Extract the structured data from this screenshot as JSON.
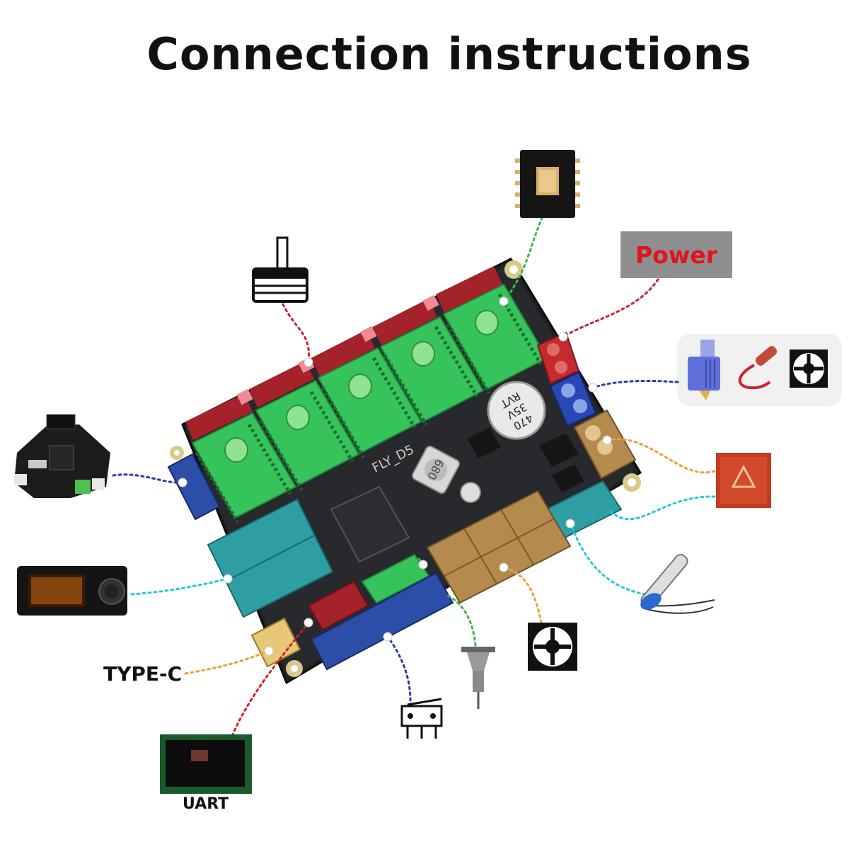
{
  "title": "Connection instructions",
  "board_label": "FLY_D5",
  "capacitor_label": "470\n35V\nRVT",
  "inductor_label": "680",
  "labels": {
    "power": "Power",
    "type_c": "TYPE-C",
    "uart": "UART"
  },
  "colors": {
    "power_text": "#e0141e",
    "power_box": "#8f8f8f",
    "driver_green": "#33c25a",
    "header_red": "#b0232a",
    "header_blue": "#2c4ea8",
    "header_teal": "#2e9ea3",
    "header_tan": "#b48a4e",
    "board_black": "#1f2124"
  },
  "connections": [
    {
      "peripheral": "stepper-driver",
      "line_color": "#3ab84a"
    },
    {
      "peripheral": "power",
      "line_color": "#d0202a"
    },
    {
      "peripheral": "hotend-heater-fan",
      "line_color": "#2a3aa8"
    },
    {
      "peripheral": "heated-bed",
      "line_color": "#e8a23a"
    },
    {
      "peripheral": "thermistor",
      "line_color": "#28c6d8"
    },
    {
      "peripheral": "fan",
      "line_color": "#e8a23a"
    },
    {
      "peripheral": "bltouch-probe",
      "line_color": "#3ab84a"
    },
    {
      "peripheral": "endstop-switch",
      "line_color": "#2a3aa8"
    },
    {
      "peripheral": "uart-screen",
      "line_color": "#d0202a"
    },
    {
      "peripheral": "type-c",
      "line_color": "#e8a23a"
    },
    {
      "peripheral": "lcd-display",
      "line_color": "#28c6d8"
    },
    {
      "peripheral": "expansion-board",
      "line_color": "#2a3aa8"
    },
    {
      "peripheral": "z-probe-plate",
      "line_color": "#d0202a"
    }
  ]
}
